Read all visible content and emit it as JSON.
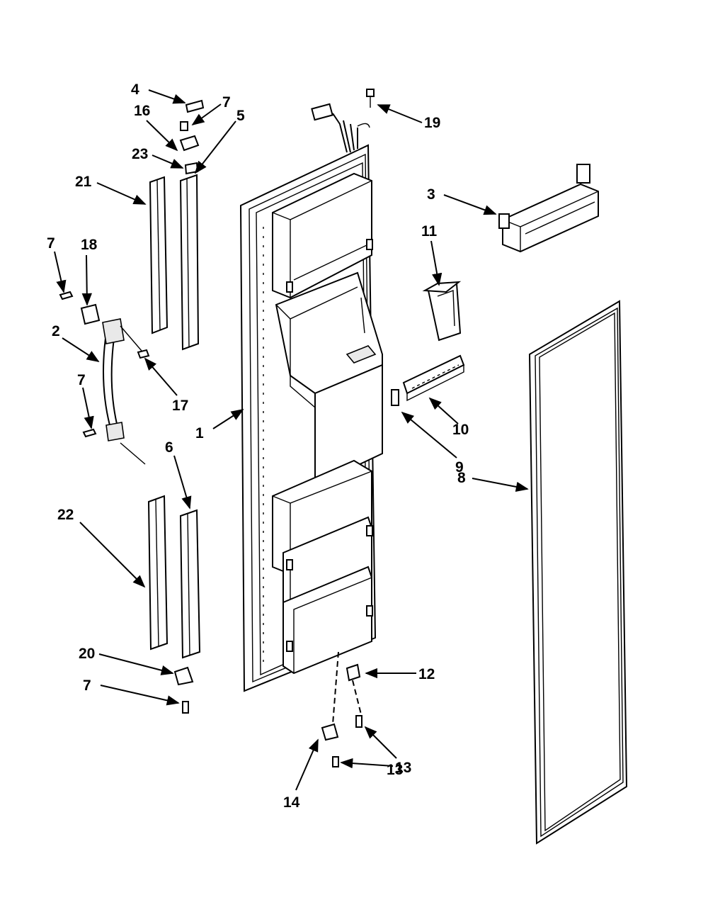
{
  "diagram": {
    "type": "exploded-parts-diagram",
    "labels": [
      {
        "id": "1",
        "text": "1"
      },
      {
        "id": "2",
        "text": "2"
      },
      {
        "id": "3",
        "text": "3"
      },
      {
        "id": "4",
        "text": "4"
      },
      {
        "id": "5",
        "text": "5"
      },
      {
        "id": "6",
        "text": "6"
      },
      {
        "id": "7a",
        "text": "7"
      },
      {
        "id": "7b",
        "text": "7"
      },
      {
        "id": "7c",
        "text": "7"
      },
      {
        "id": "7d",
        "text": "7"
      },
      {
        "id": "8",
        "text": "8"
      },
      {
        "id": "9",
        "text": "9"
      },
      {
        "id": "10",
        "text": "10"
      },
      {
        "id": "11",
        "text": "11"
      },
      {
        "id": "12",
        "text": "12"
      },
      {
        "id": "13a",
        "text": "13"
      },
      {
        "id": "13b",
        "text": "13"
      },
      {
        "id": "14",
        "text": "14"
      },
      {
        "id": "16",
        "text": "16"
      },
      {
        "id": "17",
        "text": "17"
      },
      {
        "id": "18",
        "text": "18"
      },
      {
        "id": "19",
        "text": "19"
      },
      {
        "id": "20",
        "text": "20"
      },
      {
        "id": "21",
        "text": "21"
      },
      {
        "id": "22",
        "text": "22"
      },
      {
        "id": "23",
        "text": "23"
      }
    ]
  }
}
